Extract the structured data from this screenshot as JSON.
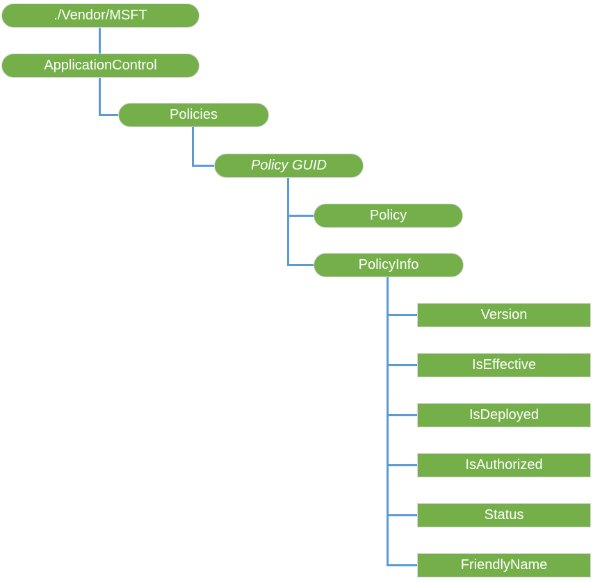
{
  "diagram": {
    "colors": {
      "node_fill": "#74AF49",
      "node_border": "#D7D7D7",
      "connector": "#5B9BD5",
      "text": "#FFFFFF",
      "background": "#FFFFFF"
    },
    "nodes": [
      {
        "id": "vendor-msft",
        "label": "./Vendor/MSFT",
        "shape": "pill",
        "italic": false
      },
      {
        "id": "application-control",
        "label": "ApplicationControl",
        "shape": "pill",
        "italic": false
      },
      {
        "id": "policies",
        "label": "Policies",
        "shape": "pill",
        "italic": false
      },
      {
        "id": "policy-guid",
        "label": "Policy GUID",
        "shape": "pill",
        "italic": true
      },
      {
        "id": "policy",
        "label": "Policy",
        "shape": "pill",
        "italic": false
      },
      {
        "id": "policy-info",
        "label": "PolicyInfo",
        "shape": "pill",
        "italic": false
      },
      {
        "id": "version",
        "label": "Version",
        "shape": "rect",
        "italic": false
      },
      {
        "id": "is-effective",
        "label": "IsEffective",
        "shape": "rect",
        "italic": false
      },
      {
        "id": "is-deployed",
        "label": "IsDeployed",
        "shape": "rect",
        "italic": false
      },
      {
        "id": "is-authorized",
        "label": "IsAuthorized",
        "shape": "rect",
        "italic": false
      },
      {
        "id": "status",
        "label": "Status",
        "shape": "rect",
        "italic": false
      },
      {
        "id": "friendly-name",
        "label": "FriendlyName",
        "shape": "rect",
        "italic": false
      }
    ],
    "edges": [
      {
        "from": "vendor-msft",
        "to": "application-control"
      },
      {
        "from": "application-control",
        "to": "policies"
      },
      {
        "from": "policies",
        "to": "policy-guid"
      },
      {
        "from": "policy-guid",
        "to": "policy"
      },
      {
        "from": "policy-guid",
        "to": "policy-info"
      },
      {
        "from": "policy-info",
        "to": "version"
      },
      {
        "from": "policy-info",
        "to": "is-effective"
      },
      {
        "from": "policy-info",
        "to": "is-deployed"
      },
      {
        "from": "policy-info",
        "to": "is-authorized"
      },
      {
        "from": "policy-info",
        "to": "status"
      },
      {
        "from": "policy-info",
        "to": "friendly-name"
      }
    ]
  }
}
